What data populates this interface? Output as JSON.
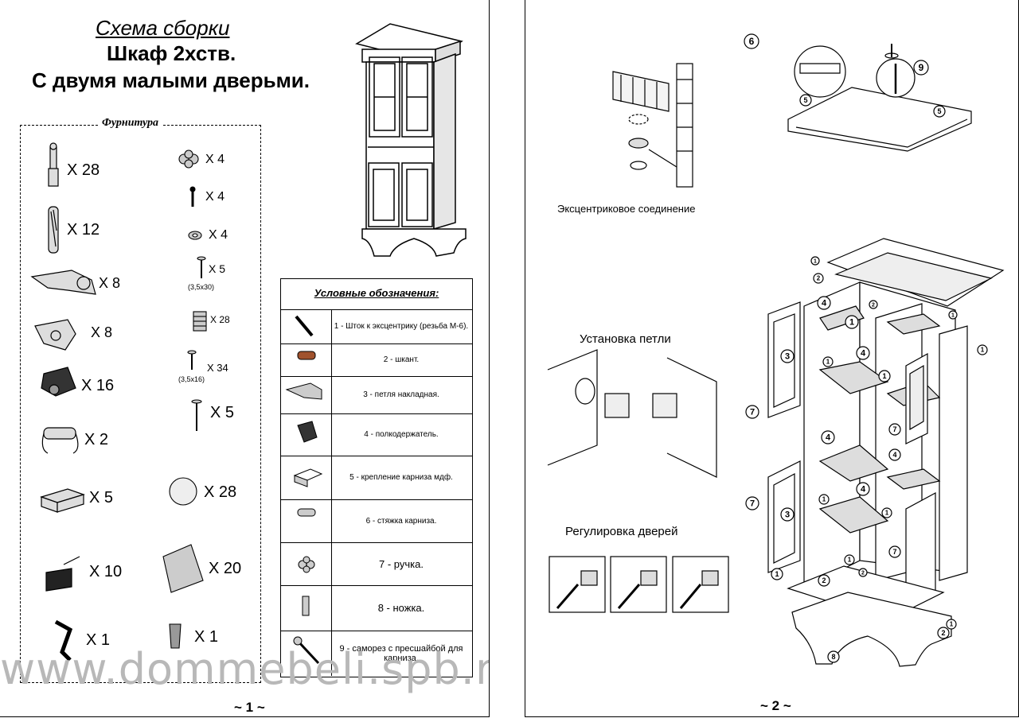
{
  "page1": {
    "title_line1": "Схема сборки",
    "title_line2": "Шкаф 2хств.",
    "title_line3": "С двумя малыми дверьми.",
    "hardware_label": "Фурнитура",
    "hardware_left": [
      "X 28",
      "X 12",
      "X 8",
      "X 8",
      "X 16",
      "X 2",
      "X 5",
      "X 10",
      "X 1"
    ],
    "hardware_right": [
      "X 4",
      "X 4",
      "X 4",
      "X 5",
      "X 28",
      "X 34",
      "X 5",
      "X 28",
      "X 20",
      "X 1"
    ],
    "screw_size_a": "(3,5х30)",
    "screw_size_b": "(3,5х16)",
    "legend_title": "Условные обозначения:",
    "legend": [
      "1 - Шток к эксцентрику (резьба М-6).",
      "2 - шкант.",
      "3 - петля накладная.",
      "4 - полкодержатель.",
      "5 - крепление карниза мдф.",
      "6 - стяжка карниза.",
      "7 - ручка.",
      "8 - ножка.",
      "9 - саморез с пресшайбой для карниза."
    ],
    "page_number": "~ 1 ~",
    "watermark": "www.dommebeli.spb.ru"
  },
  "page2": {
    "caption_eccentric": "Эксцентриковое соединение",
    "caption_hinge": "Установка петли",
    "caption_doors": "Регулировка дверей",
    "page_number": "~ 2 ~",
    "callouts": [
      "6",
      "9",
      "5",
      "5",
      "1",
      "2",
      "4",
      "1",
      "3",
      "7",
      "4",
      "1",
      "1",
      "2",
      "1",
      "1",
      "4",
      "1",
      "7",
      "4",
      "4",
      "1",
      "3",
      "7",
      "7",
      "1",
      "2",
      "1",
      "2",
      "1",
      "2",
      "8"
    ]
  }
}
